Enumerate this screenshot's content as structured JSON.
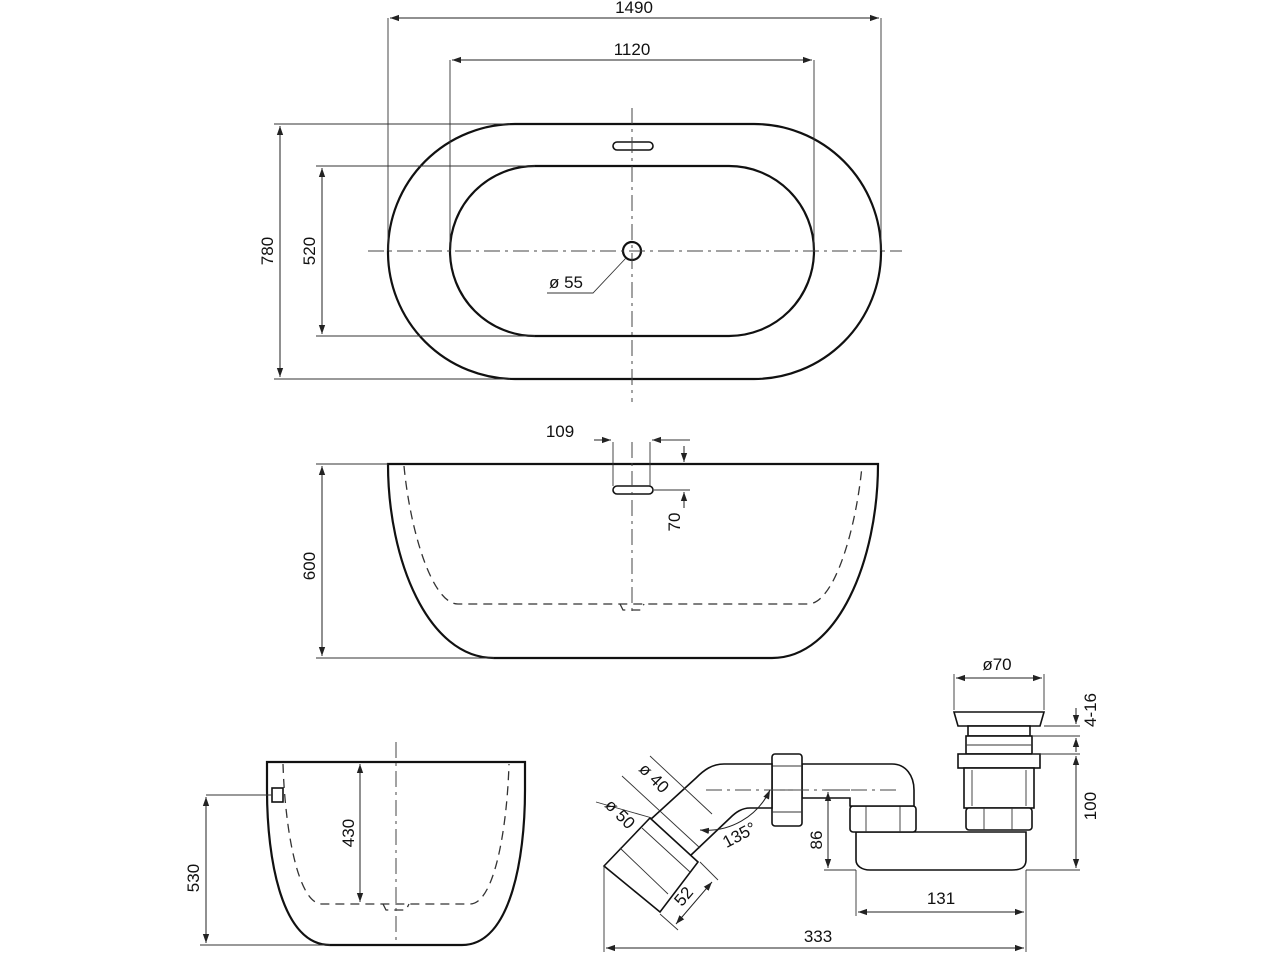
{
  "top_view": {
    "length": "1490",
    "inner_length": "1120",
    "width": "780",
    "inner_width": "520",
    "drain": "ø 55"
  },
  "side_view": {
    "overflow_offset": "109",
    "overflow_height": "70",
    "height": "600"
  },
  "end_view": {
    "outer_height": "530",
    "inner_depth": "430"
  },
  "siphon": {
    "plug_diameter": "ø70",
    "plug_gap": "4-16",
    "body_height": "100",
    "outlet_inner": "ø 40",
    "outlet_outer": "ø 50",
    "angle": "135°",
    "trap_height": "86",
    "outlet_length": "52",
    "trap_width": "131",
    "total_length": "333"
  }
}
